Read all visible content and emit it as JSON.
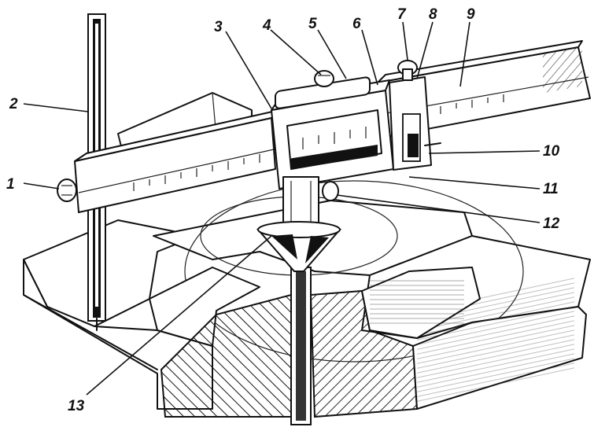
{
  "callouts": [
    {
      "n": "1"
    },
    {
      "n": "2"
    },
    {
      "n": "3"
    },
    {
      "n": "4"
    },
    {
      "n": "5"
    },
    {
      "n": "6"
    },
    {
      "n": "7"
    },
    {
      "n": "8"
    },
    {
      "n": "9"
    },
    {
      "n": "10"
    },
    {
      "n": "11"
    },
    {
      "n": "12"
    },
    {
      "n": "13"
    }
  ],
  "colors": {
    "ink": "#111111",
    "paper": "#ffffff"
  }
}
